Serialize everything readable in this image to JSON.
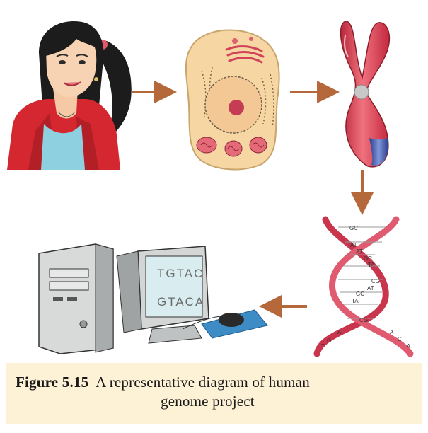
{
  "caption": {
    "label": "Figure 5.15",
    "text_line1": "A representative diagram of human",
    "text_line2": "genome project"
  },
  "screen": {
    "line1": "TGTAC",
    "line2": "GTACA"
  },
  "dna": {
    "pairs": [
      "GC",
      "AT",
      "AT",
      "GC",
      "TA",
      "CG",
      "AT",
      "GC",
      "TA",
      "CG"
    ],
    "single_bases": [
      "T",
      "G",
      "A",
      "T",
      "A",
      "C",
      "A"
    ]
  },
  "colors": {
    "arrow": "#b5683a",
    "helix": "#c8354d",
    "chromosome": "#d9364a",
    "chromosome_tip": "#3655a8",
    "cell": "#f6d7a4",
    "caption_bg": "#fdf1d6"
  }
}
